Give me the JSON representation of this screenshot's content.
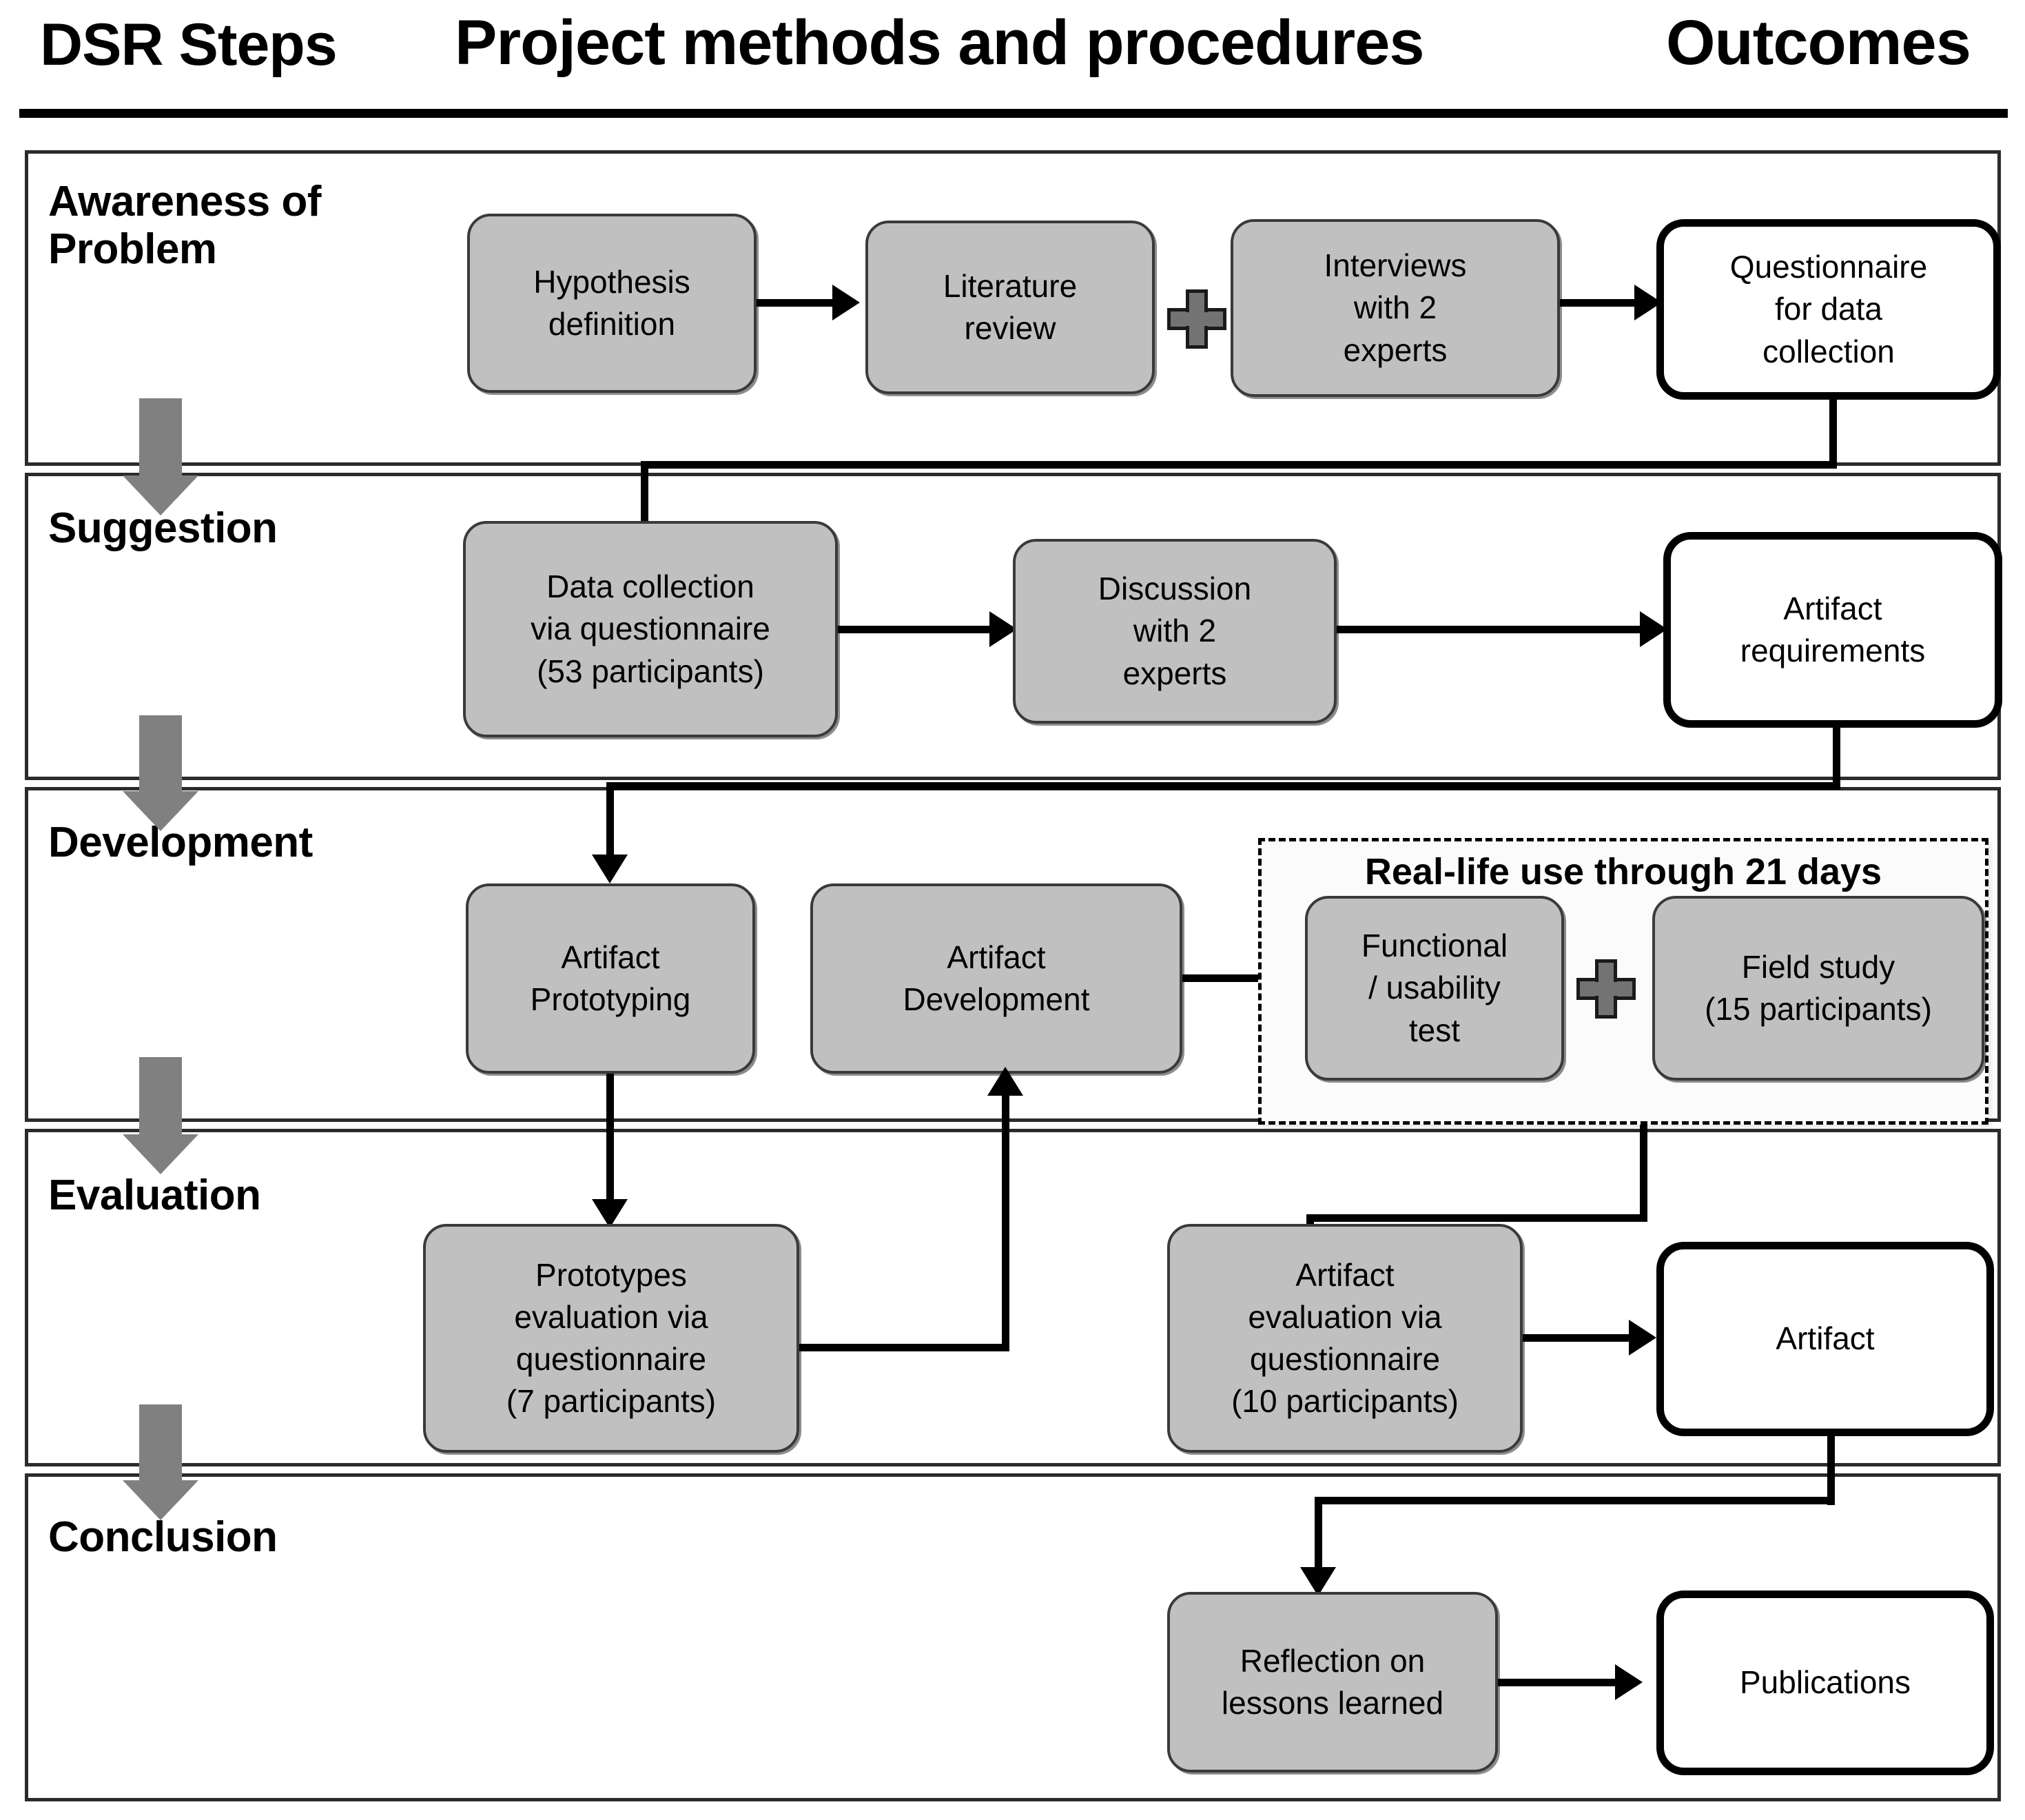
{
  "header": {
    "col1": "DSR Steps",
    "col2": "Project methods and procedures",
    "col3": "Outcomes"
  },
  "steps": [
    {
      "id": "awareness",
      "label": "Awareness of\nProblem"
    },
    {
      "id": "suggestion",
      "label": "Suggestion"
    },
    {
      "id": "development",
      "label": "Development"
    },
    {
      "id": "evaluation",
      "label": "Evaluation"
    },
    {
      "id": "conclusion",
      "label": "Conclusion"
    }
  ],
  "nodes": {
    "hypothesis_definition": "Hypothesis\ndefinition",
    "literature_review": "Literature\nreview",
    "interviews_experts": "Interviews\nwith 2\nexperts",
    "questionnaire_collection": "Questionnaire\nfor data\ncollection",
    "data_collection": "Data collection\nvia questionnaire\n(53 participants)",
    "discussion_experts": "Discussion\nwith 2\nexperts",
    "artifact_requirements": "Artifact\nrequirements",
    "artifact_prototyping": "Artifact\nPrototyping",
    "artifact_development": "Artifact\nDevelopment",
    "functional_usability_test": "Functional\n/ usability\ntest",
    "field_study": "Field study\n(15 participants)",
    "prototypes_evaluation": "Prototypes\nevaluation via\nquestionnaire\n(7 participants)",
    "artifact_evaluation": "Artifact\nevaluation via\nquestionnaire\n(10 participants)",
    "artifact": "Artifact",
    "reflection": "Reflection on\nlessons learned",
    "publications": "Publications"
  },
  "groups": {
    "reallife": "Real-life use through 21 days"
  },
  "colors": {
    "process_fill": "#c0c0c0",
    "process_border": "#3a3a3a",
    "outcome_fill": "#ffffff",
    "outcome_border": "#000000",
    "step_arrow": "#808080",
    "plus": "#737373",
    "frame": "#2b2b2b",
    "connector": "#000000",
    "background": "#ffffff"
  }
}
